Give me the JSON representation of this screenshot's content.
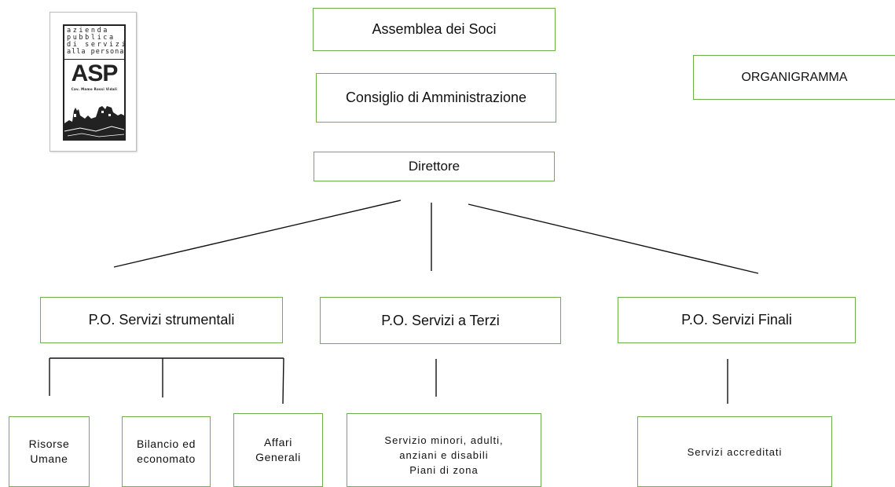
{
  "logo": {
    "line1": "azienda",
    "line2": "pubblica",
    "line3": "di servizi",
    "line4": "alla persona",
    "acronym": "ASP",
    "subtitle": "Cav. Mamo Rossi Vidali"
  },
  "title": "ORGANIGRAMMA",
  "nodes": {
    "assemblea": "Assemblea dei Soci",
    "consiglio": "Consiglio di Amministrazione",
    "direttore": "Direttore",
    "po_strumentali": "P.O. Servizi strumentali",
    "po_terzi": "P.O. Servizi a Terzi",
    "po_finali": "P.O. Servizi Finali",
    "risorse_umane": "Risorse\nUmane",
    "bilancio": "Bilancio ed\neconomato",
    "affari_generali": "Affari\nGenerali",
    "servizio_minori": "Servizio minori, adulti,\nanziani e disabili\nPiani di zona",
    "servizi_accreditati": "Servizi accreditati"
  },
  "colors": {
    "box_border": "#6fb04a",
    "connector": "#111111"
  }
}
